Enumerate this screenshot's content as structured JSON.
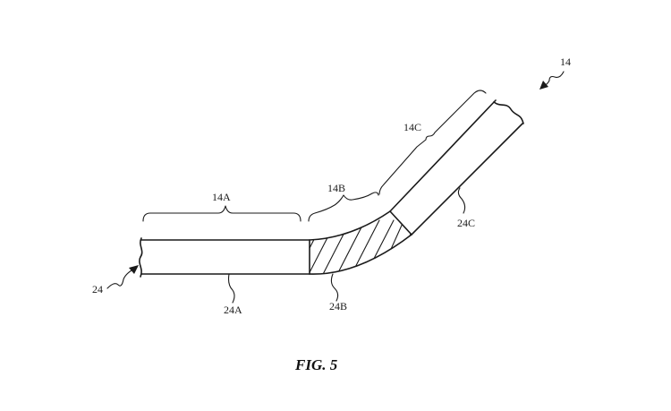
{
  "labels": {
    "ref_24": "24",
    "ref_14": "14",
    "ref_14a": "14A",
    "ref_14b": "14B",
    "ref_14c": "14C",
    "ref_24a": "24A",
    "ref_24b": "24B",
    "ref_24c": "24C"
  },
  "caption": "FIG. 5"
}
